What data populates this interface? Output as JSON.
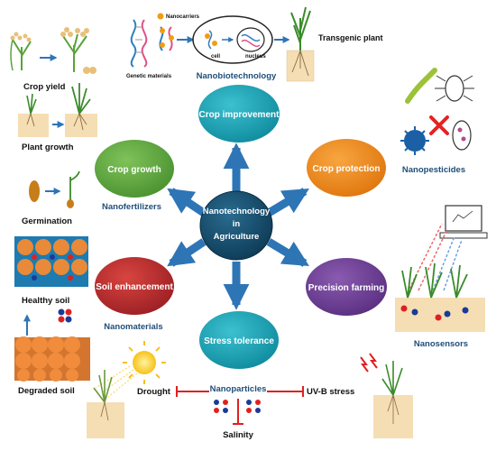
{
  "center": {
    "line1": "Nanotechnology",
    "line2": "in",
    "line3": "Agriculture"
  },
  "nodes": {
    "crop_improvement": "Crop improvement",
    "crop_protection": "Crop protection",
    "precision_farming": "Precision farming",
    "stress_tolerance": "Stress tolerance",
    "soil_enhancement": "Soil enhancement",
    "crop_growth": "Crop growth"
  },
  "node_colors": {
    "center": "#0d3b56",
    "crop_improvement": "#1196a8",
    "crop_protection": "#f08a1a",
    "precision_farming": "#6a3d8f",
    "stress_tolerance": "#12a2b8",
    "soil_enhancement": "#b3262b",
    "crop_growth": "#5ea83a",
    "arrows": "#2e75b6"
  },
  "categories": {
    "nanobiotechnology": "Nanobiotechnology",
    "nanopesticides": "Nanopesticides",
    "nanosensors": "Nanosensors",
    "nanoparticles": "Nanoparticles",
    "nanomaterials": "Nanomaterials",
    "nanofertilizers": "Nanofertilizers"
  },
  "left_panel": {
    "crop_yield": "Crop yield",
    "plant_growth": "Plant growth",
    "germination": "Germination",
    "healthy_soil": "Healthy soil",
    "degraded_soil": "Degraded soil"
  },
  "top_panel": {
    "genetic_materials": "Genetic materials",
    "nanocarriers": "Nanocarriers",
    "cell": "cell",
    "nucleus": "nucleus",
    "transgenic_plant": "Transgenic plant"
  },
  "stress": {
    "drought": "Drought",
    "salinity": "Salinity",
    "uvb": "UV-B stress"
  }
}
